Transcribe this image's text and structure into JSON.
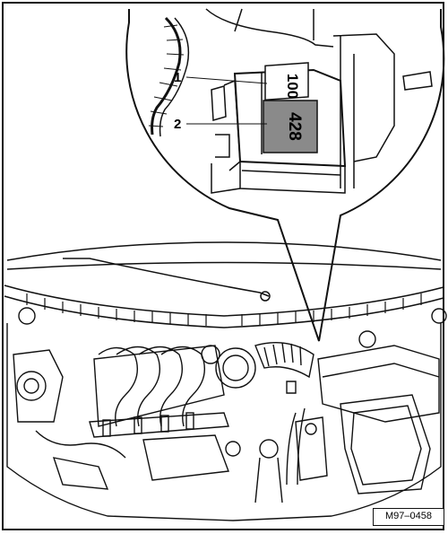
{
  "figure": {
    "id_label": "M97–0458"
  },
  "callouts": [
    {
      "number": "1",
      "target": "label-100"
    },
    {
      "number": "2",
      "target": "label-428"
    }
  ],
  "labels": {
    "top_code": "100",
    "bottom_code": "428"
  }
}
